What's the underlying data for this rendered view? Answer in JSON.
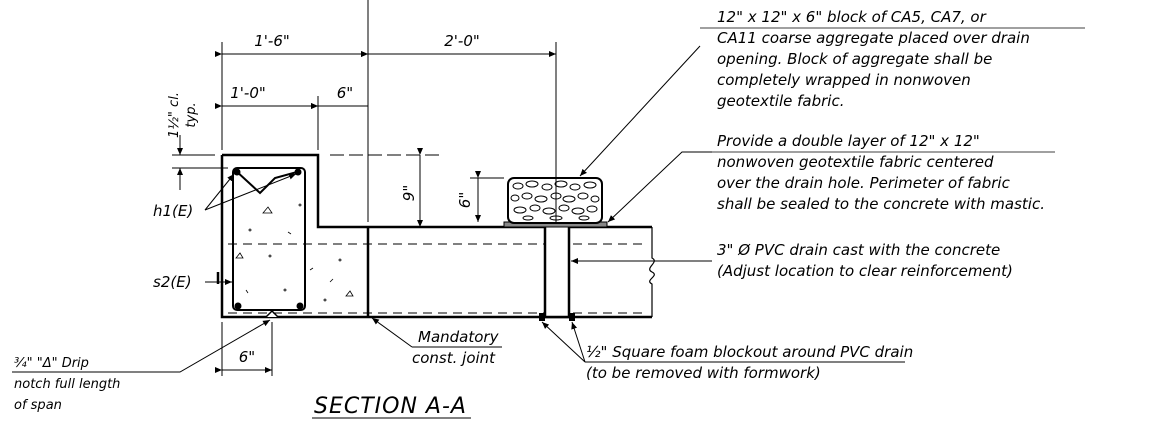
{
  "section_title": "SECTION A-A",
  "dimensions": {
    "top_overall": "1'-6\"",
    "top_right": "2'-0\"",
    "inner_left": "1'-0\"",
    "inner_right": "6\"",
    "clear_cover": "1½\" cl.",
    "clear_cover_typ": "typ.",
    "step_height": "9\"",
    "block_height": "6\"",
    "drip_offset": "6\""
  },
  "bar_labels": {
    "h1": "h1(E)",
    "s2": "s2(E)"
  },
  "notes": {
    "aggregate_block": [
      "12\" x 12\" x 6\" block of CA5, CA7, or",
      "CA11 coarse aggregate placed over drain",
      "opening.  Block of aggregate shall be",
      "completely wrapped in nonwoven",
      "geotextile fabric."
    ],
    "geotextile": [
      "Provide a double layer of 12\" x 12\"",
      "nonwoven geotextile fabric centered",
      "over the drain hole. Perimeter of fabric",
      "shall be sealed to the concrete with mastic."
    ],
    "pvc_drain": [
      "3\" Ø PVC drain cast with the concrete",
      "(Adjust location to clear reinforcement)"
    ],
    "drip_notch": [
      "¾\"  \"Δ\" Drip",
      "notch full length",
      "of span"
    ],
    "construction_joint": [
      "Mandatory",
      "const. joint"
    ],
    "foam_blockout": [
      "½\" Square foam blockout around PVC drain",
      "(to be removed with formwork)"
    ]
  }
}
